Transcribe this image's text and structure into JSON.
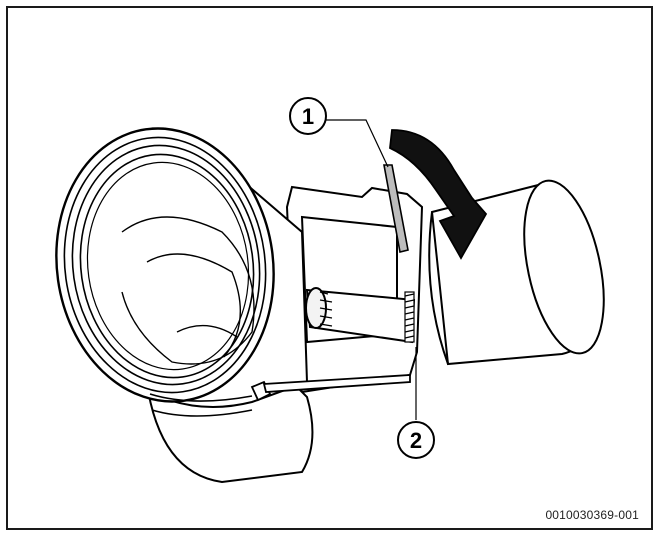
{
  "figure": {
    "callouts": [
      {
        "number": "1"
      },
      {
        "number": "2"
      }
    ],
    "figure_id": "0010030369-001",
    "colors": {
      "line": "#000000",
      "fill": "#ffffff",
      "accent_rod": "#bdbdbd",
      "arrow": "#111111"
    }
  }
}
